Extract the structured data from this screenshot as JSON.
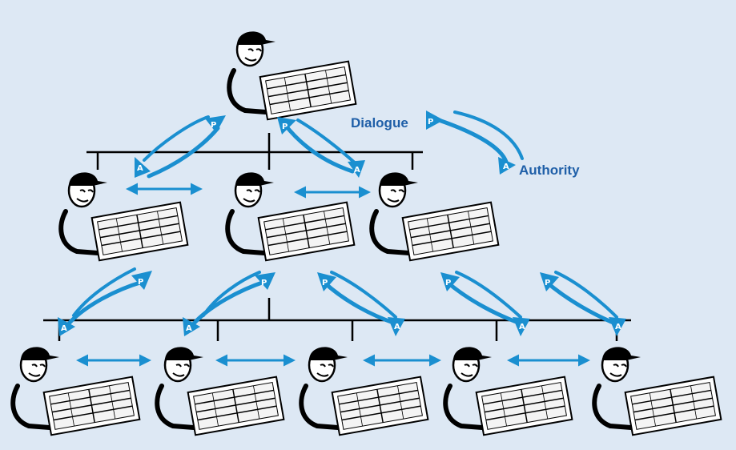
{
  "legend": {
    "dialogue_label": "Dialogue",
    "authority_label": "Authority",
    "dialogue_marker": "P",
    "authority_marker": "A"
  },
  "colors": {
    "background": "#dde8f4",
    "arrow": "#1a8fd0",
    "label_text": "#1f5fa8",
    "ink": "#000000"
  },
  "hierarchy": {
    "levels": 3,
    "people_per_level": [
      1,
      3,
      5
    ]
  },
  "icons": [
    "person-with-cap-icon",
    "planning-chart-icon",
    "double-arrow-icon",
    "curved-arrow-icon"
  ]
}
